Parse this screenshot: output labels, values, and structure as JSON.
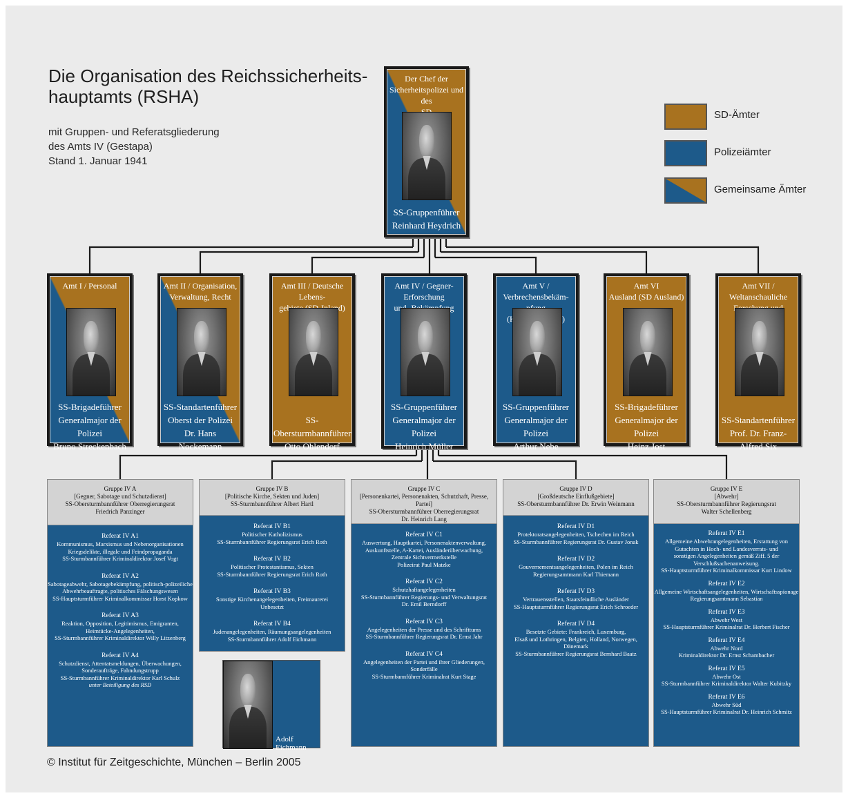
{
  "header": {
    "title_line1": "Die Organisation des Reichssicherheits-",
    "title_line2": "hauptamts (RSHA)",
    "subtitle_line1": "mit Gruppen- und Referatsgliederung",
    "subtitle_line2": "des Amts IV (Gestapa)",
    "subtitle_line3": "Stand 1. Januar 1941"
  },
  "colors": {
    "sd": "#a8721f",
    "polizei": "#1d5a8a",
    "group_header": "#d3d3d3",
    "background": "#ebebeb"
  },
  "legend": {
    "items": [
      {
        "label": "SD-Ämter",
        "style": "sd"
      },
      {
        "label": "Polizeiämter",
        "style": "polizei"
      },
      {
        "label": "Gemeinsame Ämter",
        "style": "mixed"
      }
    ]
  },
  "chief": {
    "top_line1": "Der Chef der",
    "top_line2": "Sicherheitspolizei und des",
    "top_line3": "SD",
    "rank": "SS-Gruppenführer",
    "name": "Reinhard Heydrich",
    "style": "mixed"
  },
  "aemter": [
    {
      "top_line1": "Amt I / Personal",
      "top_line2": "",
      "rank1": "SS-Brigadeführer",
      "rank2": "Generalmajor der Polizei",
      "name": "Bruno Streckenbach",
      "style": "mixed"
    },
    {
      "top_line1": "Amt II / Organisation,",
      "top_line2": "Verwaltung, Recht",
      "rank1": "SS-Standartenführer",
      "rank2": "Oberst der Polizei",
      "name": "Dr. Hans Nockemann",
      "style": "mixed"
    },
    {
      "top_line1": "Amt III / Deutsche Lebens-",
      "top_line2": "gebiete (SD-Inland)",
      "rank1": "",
      "rank2": "SS-Obersturmbannführer",
      "name": "Otto Ohlendorf",
      "style": "sd"
    },
    {
      "top_line1": "Amt IV / Gegner-Erforschung",
      "top_line2": "und -Bekämpfung (Gestapo)",
      "rank1": "SS-Gruppenführer",
      "rank2": "Generalmajor der Polizei",
      "name": "Heinrich Müller",
      "style": "pol"
    },
    {
      "top_line1": "Amt V / Verbrechensbekäm-",
      "top_line2": "pfung (Kriminalpolizei)",
      "rank1": "SS-Gruppenführer",
      "rank2": "Generalmajor der Polizei",
      "name": "Arthur Nebe",
      "style": "pol"
    },
    {
      "top_line1": "Amt VI",
      "top_line2": "Ausland (SD Ausland)",
      "rank1": "SS-Brigadeführer",
      "rank2": "Generalmajor der Polizei",
      "name": "Heinz Jost",
      "style": "sd"
    },
    {
      "top_line1": "Amt VII / Weltanschauliche",
      "top_line2": "Forschung und Auswertung",
      "rank1": "",
      "rank2": "SS-Standartenführer",
      "name": "Prof. Dr. Franz-Alfred Six",
      "style": "sd"
    }
  ],
  "gruppen": [
    {
      "head": [
        "Gruppe IV A",
        "[Gegner, Sabotage und Schutzdienst]",
        "SS-Obersturmbannführer Oberregierungsrat",
        "Friedrich Panzinger"
      ],
      "referate": [
        {
          "title": "Referat IV A1",
          "lines": [
            "Kommunismus, Marxismus und Nebenorganisationen",
            "Kriegsdelikte, illegale und Feindpropaganda",
            "SS-Sturmbannführer Kriminaldirektor Josef Vogt"
          ]
        },
        {
          "title": "Referat IV A2",
          "lines": [
            "Sabotageabwehr, Sabotagebekämpfung, politisch-polizeiliche",
            "Abwehrbeauftragte, politisches Fälschungswesen",
            "SS-Hauptsturmführer Kriminalkommissar Horst Kopkow"
          ]
        },
        {
          "title": "Referat IV A3",
          "lines": [
            "Reaktion, Opposition, Legitimismus, Emigranten,",
            "Heimtücke-Angelegenheiten,",
            "SS-Sturmbannführer Kriminaldirektor Willy Litzenberg"
          ]
        },
        {
          "title": "Referat IV A4",
          "lines": [
            "Schutzdienst, Attentatsmeldungen, Überwachungen,",
            "Sonderaufträge, Fahndungstrupp",
            "SS-Sturmbannführer Kriminaldirektor Karl Schulz"
          ],
          "note": "unter Beteiligung des RSD"
        }
      ]
    },
    {
      "head": [
        "Gruppe IV B",
        "[Politische Kirche, Sekten und Juden]",
        "SS-Sturmbannführer Albert Hartl"
      ],
      "referate": [
        {
          "title": "Referat IV B1",
          "lines": [
            "Politischer Katholizismus",
            "SS-Sturmbannführer Regierungsrat Erich Roth"
          ]
        },
        {
          "title": "Referat IV B2",
          "lines": [
            "Politischer Protestantismus, Sekten",
            "SS-Sturmbannführer Regierungsrat Erich Roth"
          ]
        },
        {
          "title": "Referat IV B3",
          "lines": [
            "Sonstige Kirchenangelegenheiten, Freimaurerei",
            "Unbesetzt"
          ]
        },
        {
          "title": "Referat IV B4",
          "lines": [
            "Judenangelegenheiten, Räumungsangelegenheiten",
            "SS-Sturmbannführer Adolf Eichmann"
          ]
        }
      ]
    },
    {
      "head": [
        "Gruppe IV C",
        "[Personenkartei, Personenakten, Schutzhaft, Presse, Partei]",
        "SS-Obersturmbannführer Oberregierungsrat",
        "Dr. Heinrich Lang"
      ],
      "referate": [
        {
          "title": "Referat IV C1",
          "lines": [
            "Auswertung, Hauptkartei, Personenaktenverwaltung,",
            "Auskunftstelle, A-Kartei, Ausländerüberwachung,",
            "Zentrale Sichtvermerkstelle",
            "Polizeirat Paul Matzke"
          ]
        },
        {
          "title": "Referat IV C2",
          "lines": [
            "Schutzhaftangelegenheiten",
            "SS-Sturmbannführer Regierungs- und Verwaltungsrat",
            "Dr. Emil Berndorff"
          ]
        },
        {
          "title": "Referat IV C3",
          "lines": [
            "Angelegenheiten der Presse und des Schrifttums",
            "SS-Sturmbannführer Regierungsrat Dr. Ernst Jahr"
          ]
        },
        {
          "title": "Referat IV C4",
          "lines": [
            "Angelegenheiten der Partei und ihrer Gliederungen, Sonderfälle",
            "SS-Sturmbannführer Kriminalrat Kurt Stage"
          ]
        }
      ]
    },
    {
      "head": [
        "Gruppe IV D",
        "[Großdeutsche Einflußgebiete]",
        "SS-Obersturmbannführer Dr. Erwin Weinmann"
      ],
      "referate": [
        {
          "title": "Referat IV D1",
          "lines": [
            "Protektoratsangelegenheiten, Tschechen im Reich",
            "SS-Sturmbannführer Regierungsrat Dr. Gustav Jonak"
          ]
        },
        {
          "title": "Referat IV D2",
          "lines": [
            "Gouvernementsangelegenheiten, Polen im Reich",
            "Regierungsamtmann Karl Thiemann"
          ]
        },
        {
          "title": "Referat IV D3",
          "lines": [
            "Vertrauensstellen, Staatsfeindliche Ausländer",
            "SS-Hauptsturmführer Regierungsrat Erich Schroeder"
          ]
        },
        {
          "title": "Referat IV D4",
          "lines": [
            "Besetzte Gebiete: Frankreich, Luxemburg,",
            "Elsaß und Lothringen, Belgien, Holland, Norwegen, Dänemark",
            "SS-Sturmbannführer Regierungsrat Bernhard Baatz"
          ]
        }
      ]
    },
    {
      "head": [
        "Gruppe IV E",
        "[Abwehr]",
        "SS-Obersturmbannführer Regierungsrat",
        "Walter Schellenberg"
      ],
      "referate": [
        {
          "title": "Referat IV E1",
          "lines": [
            "Allgemeine Abwehrangelegenheiten, Erstattung von",
            "Gutachten in Hoch- und Landesverrats- und",
            "sonstigen Angelegenheiten gemäß Ziff. 5 der",
            "Verschlußsachenanweisung.",
            "SS-Hauptsturmführer Kriminalkommissar Kurt Lindow"
          ]
        },
        {
          "title": "Referat IV E2",
          "lines": [
            "Allgemeine Wirtschaftsangelegenheiten, Wirtschaftsspionage",
            "Regierungsamtmann Sebastian"
          ]
        },
        {
          "title": "Referat IV E3",
          "lines": [
            "Abwehr West",
            "SS-Hauptsturmführer Kriminalrat Dr. Herbert Fischer"
          ]
        },
        {
          "title": "Referat IV E4",
          "lines": [
            "Abwehr Nord",
            "Kriminaldirektor Dr. Ernst Schambacher"
          ]
        },
        {
          "title": "Referat IV E5",
          "lines": [
            "Abwehr Ost",
            "SS-Sturmbannführer Kriminaldirektor Walter Kubitzky"
          ]
        },
        {
          "title": "Referat IV E6",
          "lines": [
            "Abwehr Süd",
            "SS-Hauptsturmführer Kriminalrat Dr. Heinrich Schmitz"
          ]
        }
      ]
    }
  ],
  "eichmann": {
    "name": "Adolf Eichmann"
  },
  "footer": {
    "text": "© Institut für Zeitgeschichte, München – Berlin 2005"
  }
}
